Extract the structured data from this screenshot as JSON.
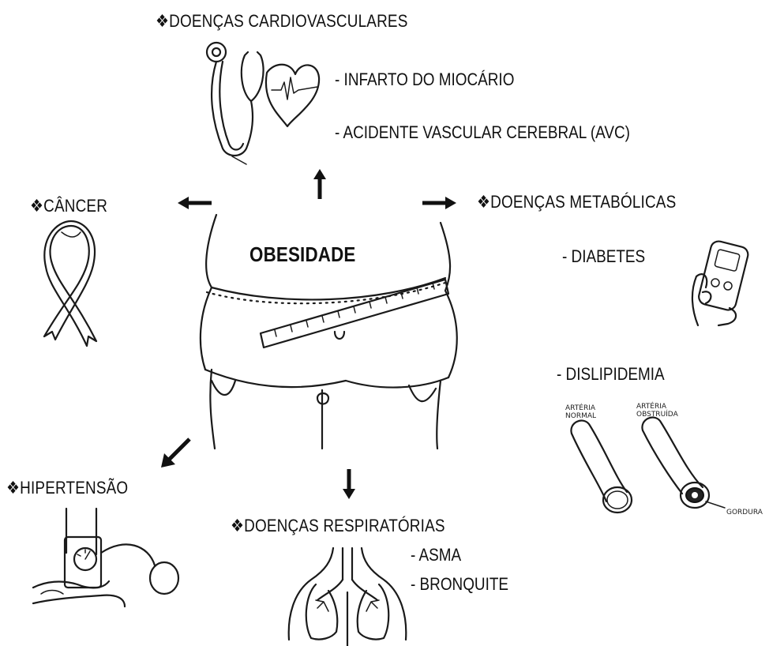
{
  "center": {
    "label": "OBESIDADE"
  },
  "cardio": {
    "title": "❖DOENÇAS CARDIOVASCULARES",
    "items": [
      "- INFARTO DO MIOCÁRIO",
      "- ACIDENTE VASCULAR CEREBRAL (AVC)"
    ],
    "icon": "stethoscope-heart-icon"
  },
  "cancer": {
    "title": "❖CÂNCER",
    "icon": "awareness-ribbon-icon"
  },
  "metabolic": {
    "title": "❖DOENÇAS METABÓLICAS",
    "items": [
      "- DIABETES",
      "- DISLIPIDEMIA"
    ],
    "icons": [
      "glucometer-icon",
      "artery-icon"
    ],
    "artery_labels": [
      "ARTÉRIA NORMAL",
      "ARTÉRIA OBSTRUÍDA",
      "GORDURA"
    ]
  },
  "hypertension": {
    "title": "❖HIPERTENSÃO",
    "icon": "blood-pressure-cuff-icon"
  },
  "respiratory": {
    "title": "❖DOENÇAS RESPIRATÓRIAS",
    "items": [
      "- ASMA",
      "- BRONQUITE"
    ],
    "icon": "lungs-icon"
  }
}
